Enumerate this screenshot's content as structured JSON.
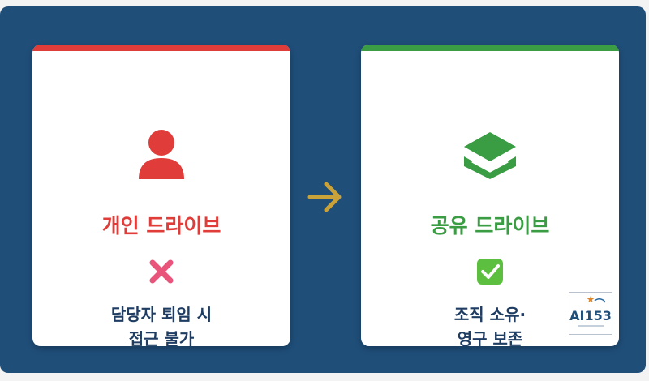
{
  "colors": {
    "background": "#1f4e79",
    "personal_accent": "#e03c3a",
    "shared_accent": "#3a9c43",
    "arrow": "#c9a23a",
    "description_text": "#1f3d63"
  },
  "personal_drive": {
    "icon": "person-icon",
    "title": "개인 드라이브",
    "status_icon": "cross-mark-icon",
    "description_lines": [
      "담당자 퇴임 시",
      "접근 불가"
    ]
  },
  "shared_drive": {
    "icon": "shared-drive-stack-icon",
    "title": "공유 드라이브",
    "status_icon": "check-mark-icon",
    "description_lines": [
      "조직 소유·",
      "영구 보존"
    ]
  },
  "arrow_icon": "right-arrow-icon",
  "watermark": {
    "text": "AI153"
  }
}
